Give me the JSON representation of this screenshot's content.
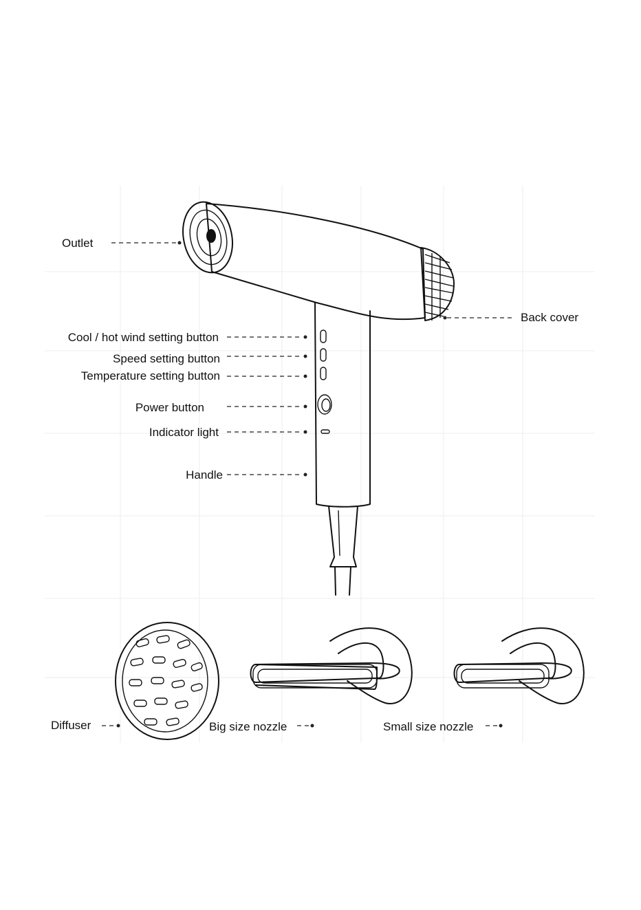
{
  "labels": {
    "outlet": "Outlet",
    "back_cover": "Back cover",
    "cool_hot": "Cool / hot wind setting button",
    "speed": "Speed setting button",
    "temperature": "Temperature setting button",
    "power": "Power button",
    "indicator": "Indicator light",
    "handle": "Handle",
    "diffuser": "Diffuser",
    "big_nozzle": "Big size nozzle",
    "small_nozzle": "Small size nozzle"
  },
  "icons": {
    "dryer": "hair-dryer-icon",
    "diffuser": "diffuser-icon",
    "nozzle": "nozzle-icon"
  },
  "colors": {
    "line": "#111111",
    "background": "#ffffff"
  }
}
